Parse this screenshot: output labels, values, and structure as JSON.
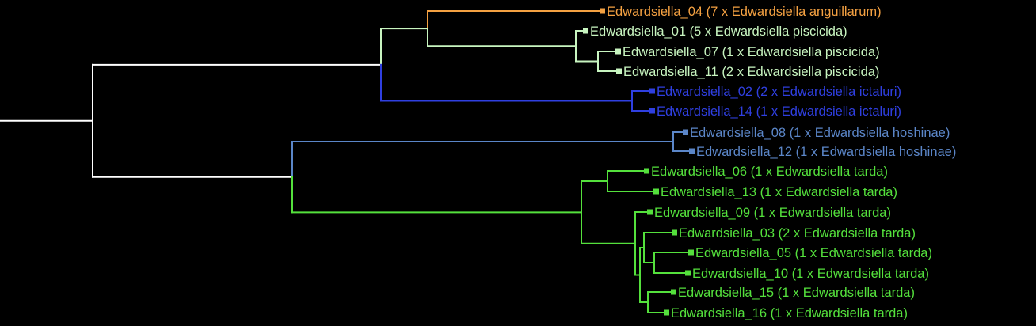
{
  "tree": {
    "colors": {
      "background": "#000000",
      "root": "#ffffff",
      "anguillarum": "#f4a142",
      "piscicida": "#c8f5c0",
      "ictaluri": "#2f3fe0",
      "hoshinae": "#5b86c8",
      "tarda": "#54e03c"
    },
    "leaves": [
      {
        "id": "L04",
        "label": "Edwardsiella_04 (7 x Edwardsiella anguillarum)",
        "group": "anguillarum"
      },
      {
        "id": "L01",
        "label": "Edwardsiella_01 (5 x Edwardsiella piscicida)",
        "group": "piscicida"
      },
      {
        "id": "L07",
        "label": "Edwardsiella_07 (1 x Edwardsiella piscicida)",
        "group": "piscicida"
      },
      {
        "id": "L11",
        "label": "Edwardsiella_11 (2 x Edwardsiella piscicida)",
        "group": "piscicida"
      },
      {
        "id": "L02",
        "label": "Edwardsiella_02 (2 x Edwardsiella ictaluri)",
        "group": "ictaluri"
      },
      {
        "id": "L14",
        "label": "Edwardsiella_14 (1 x Edwardsiella ictaluri)",
        "group": "ictaluri"
      },
      {
        "id": "L08",
        "label": "Edwardsiella_08 (1 x Edwardsiella hoshinae)",
        "group": "hoshinae"
      },
      {
        "id": "L12",
        "label": "Edwardsiella_12 (1 x Edwardsiella hoshinae)",
        "group": "hoshinae"
      },
      {
        "id": "L06",
        "label": "Edwardsiella_06 (1 x Edwardsiella tarda)",
        "group": "tarda"
      },
      {
        "id": "L13",
        "label": "Edwardsiella_13 (1 x Edwardsiella tarda)",
        "group": "tarda"
      },
      {
        "id": "L09",
        "label": "Edwardsiella_09 (1 x Edwardsiella tarda)",
        "group": "tarda"
      },
      {
        "id": "L03",
        "label": "Edwardsiella_03 (2 x Edwardsiella tarda)",
        "group": "tarda"
      },
      {
        "id": "L05",
        "label": "Edwardsiella_05 (1 x Edwardsiella tarda)",
        "group": "tarda"
      },
      {
        "id": "L10",
        "label": "Edwardsiella_10 (1 x Edwardsiella tarda)",
        "group": "tarda"
      },
      {
        "id": "L15",
        "label": "Edwardsiella_15 (1 x Edwardsiella tarda)",
        "group": "tarda"
      },
      {
        "id": "L16",
        "label": "Edwardsiella_16 (1 x Edwardsiella tarda)",
        "group": "tarda"
      }
    ]
  }
}
